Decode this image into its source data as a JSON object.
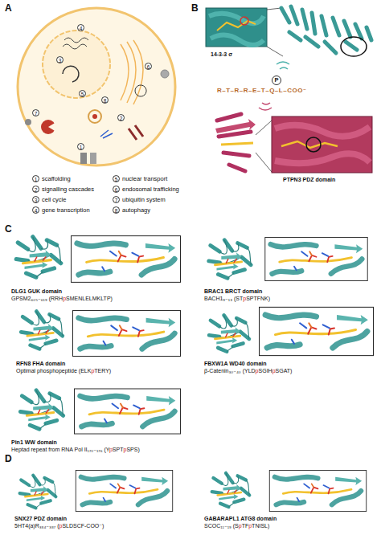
{
  "diagram": {
    "labels": [
      "A",
      "B",
      "C",
      "D",
      "1",
      "2",
      "3",
      "4",
      "5",
      "6",
      "7",
      "8",
      "1",
      "scaffolding",
      "2",
      "signalling cascades",
      "3",
      "cell cycle",
      "4",
      "gene transcription",
      "5",
      "nuclear transport",
      "6",
      "endosomal trafficking",
      "7",
      "ubiquitin system",
      "8",
      "autophagy",
      "14-3-3 σ",
      "P",
      "R–T–R–R–E–T–Q–L–COO⁻",
      "PTPN3 PDZ domain",
      "DLG1 GUK domain",
      "GPSM2₆₀₅₋₆₁₉ (RRHpSMENLELMKLTP)",
      "BRAC1 BRCT domain",
      "BACH1₉₋₁₃ (STpSPTFNK)",
      "RFN8 FHA domain",
      "Optimal phosphopeptide (ELKpTERY)",
      "FBXW1A WD40 domain",
      "β-Catenin₃₀₋₄₀ (YLDpSGIHpSGAT)",
      "Pin1 WW domain",
      "Heptad repeat from RNA Pol II₁₇₀₋₁₇₆ (YpSPTpSPS)",
      "SNX27 PDZ domain",
      "5HT4(a)R₃₈₄₋₃₈₇ (pSLDSCF-COO⁻)",
      "GABARAPL1 ATG8 domain",
      "SCOC₁₁₋₁₉ (SpTFpTNISL)"
    ]
  }
}
